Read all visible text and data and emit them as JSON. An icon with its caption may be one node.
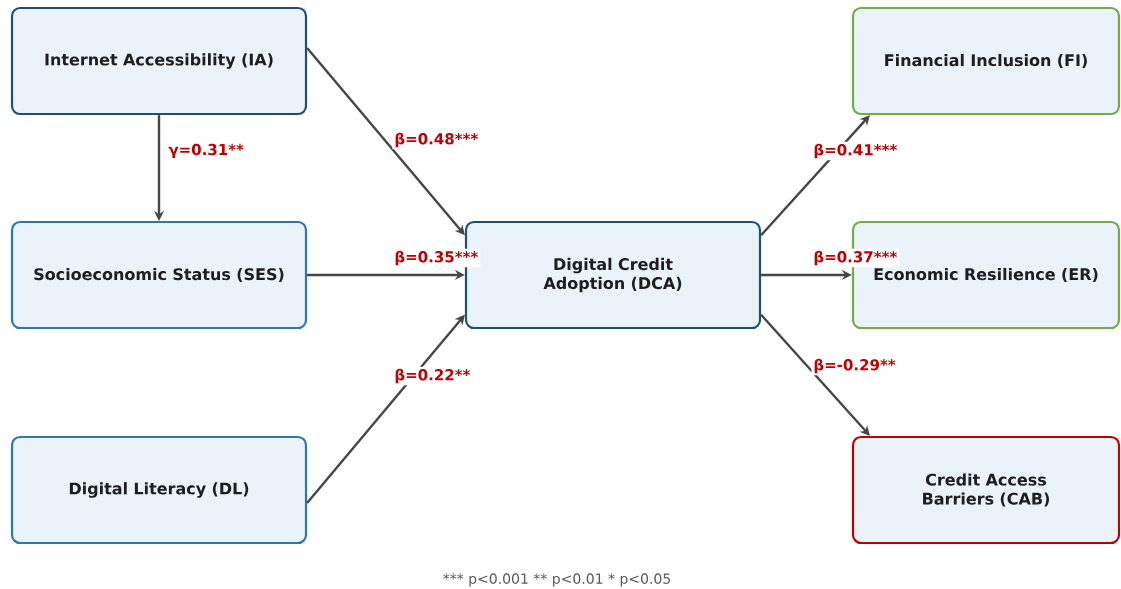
{
  "diagram": {
    "nodes": [
      {
        "text": [
          "Internet Accessibility (IA)"
        ]
      },
      {
        "text": [
          "Socioeconomic Status (SES)"
        ]
      },
      {
        "text": [
          "Digital Literacy (DL)"
        ]
      },
      {
        "text": [
          "Digital Credit Adoption (DCA)"
        ]
      },
      {
        "text": [
          "Financial Inclusion (FI)"
        ]
      },
      {
        "text": [
          "Economic Resilience (ER)"
        ]
      },
      {
        "text": [
          "Credit Access Barriers (CAB)"
        ]
      }
    ],
    "edges": [
      {
        "from": 0,
        "to": 1,
        "arrow": "to",
        "label": "γ=0.31**"
      },
      {
        "from": 0,
        "to": 3,
        "arrow": "to",
        "label": "β=0.48***"
      },
      {
        "from": 1,
        "to": 3,
        "arrow": "to",
        "label": "β=0.35***"
      },
      {
        "from": 2,
        "to": 3,
        "arrow": "to",
        "label": "β=0.22**"
      },
      {
        "from": 3,
        "to": 4,
        "arrow": "to",
        "label": "β=0.41***"
      },
      {
        "from": 3,
        "to": 5,
        "arrow": "to",
        "label": "β=0.37***"
      },
      {
        "from": 3,
        "to": 6,
        "arrow": "to",
        "label": "β=-0.29**"
      }
    ],
    "labels": [
      "*** p<0.001  ** p<0.01  * p<0.05"
    ]
  }
}
